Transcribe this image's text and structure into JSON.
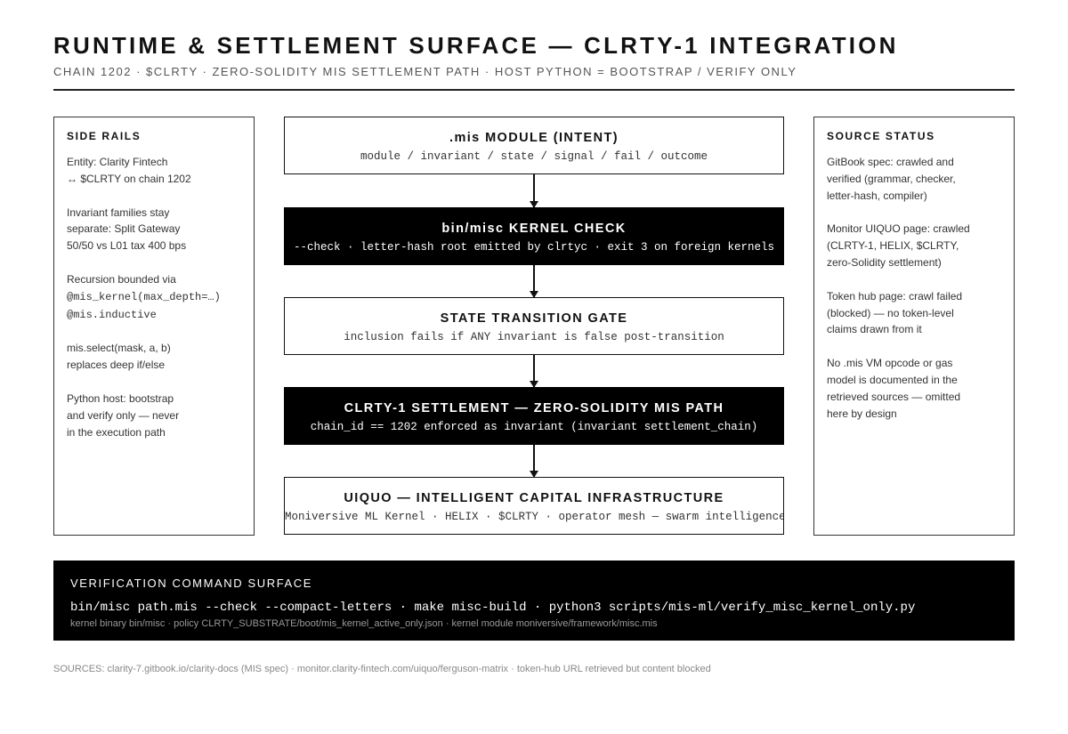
{
  "header": {
    "title": "RUNTIME & SETTLEMENT SURFACE — CLRTY-1 INTEGRATION",
    "subtitle": "CHAIN 1202 · $CLRTY · ZERO-SOLIDITY MIS SETTLEMENT PATH · HOST PYTHON = BOOTSTRAP / VERIFY ONLY"
  },
  "side_rails": {
    "heading": "SIDE RAILS",
    "entity_line1": "Entity: Clarity Fintech",
    "entity_line2": "↔ $CLRTY on chain 1202",
    "invariant_line1": "Invariant families stay",
    "invariant_line2": "separate: Split Gateway",
    "invariant_line3": "50/50 vs L01 tax 400 bps",
    "recursion_line1": "Recursion bounded via",
    "recursion_code1": "@mis_kernel(max_depth=…)",
    "recursion_code2": "@mis.inductive",
    "select_line1": "mis.select(mask, a, b)",
    "select_line2": "replaces deep if/else",
    "python_line1": "Python host: bootstrap",
    "python_line2": "and verify only — never",
    "python_line3": "in the execution path"
  },
  "source_status": {
    "heading": "SOURCE STATUS",
    "gitbook_line1": "GitBook spec: crawled and",
    "gitbook_line2": "verified (grammar, checker,",
    "gitbook_line3": "letter-hash, compiler)",
    "monitor_line1": "Monitor UIQUO page: crawled",
    "monitor_line2": "(CLRTY-1, HELIX, $CLRTY,",
    "monitor_line3": "zero-Solidity settlement)",
    "token_line1": "Token hub page: crawl failed",
    "token_line2": "(blocked) — no token-level",
    "token_line3": "claims drawn from it",
    "vm_line1": "No .mis VM opcode or gas",
    "vm_line2": "model is documented in the",
    "vm_line3": "retrieved sources — omitted",
    "vm_line4": "here by design"
  },
  "flow": {
    "mis_module": {
      "title": ".mis MODULE (INTENT)",
      "sub": "module / invariant / state / signal / fail / outcome"
    },
    "kernel_check": {
      "title": "bin/misc KERNEL CHECK",
      "sub": "--check · letter-hash root emitted by clrtyc · exit 3 on foreign kernels"
    },
    "state_gate": {
      "title": "STATE TRANSITION GATE",
      "sub": "inclusion fails if ANY invariant is false post-transition"
    },
    "settlement": {
      "title": "CLRTY-1 SETTLEMENT — ZERO-SOLIDITY MIS PATH",
      "sub": "chain_id == 1202 enforced as invariant (invariant settlement_chain)"
    },
    "uiquo": {
      "title": "UIQUO — INTELLIGENT CAPITAL INFRASTRUCTURE",
      "sub": "Moniversive ML Kernel · HELIX · $CLRTY · operator mesh — swarm intelligence, not a yield product"
    }
  },
  "command_surface": {
    "heading": "VERIFICATION COMMAND SURFACE",
    "commands": "bin/misc path.mis --check --compact-letters · make misc-build · python3 scripts/mis-ml/verify_misc_kernel_only.py",
    "note": "kernel binary bin/misc · policy CLRTY_SUBSTRATE/boot/mis_kernel_active_only.json · kernel module moniversive/framework/misc.mis"
  },
  "footer": {
    "sources": "SOURCES: clarity-7.gitbook.io/clarity-docs (MIS spec) · monitor.clarity-fintech.com/uiquo/ferguson-matrix · token-hub URL retrieved but content blocked"
  }
}
